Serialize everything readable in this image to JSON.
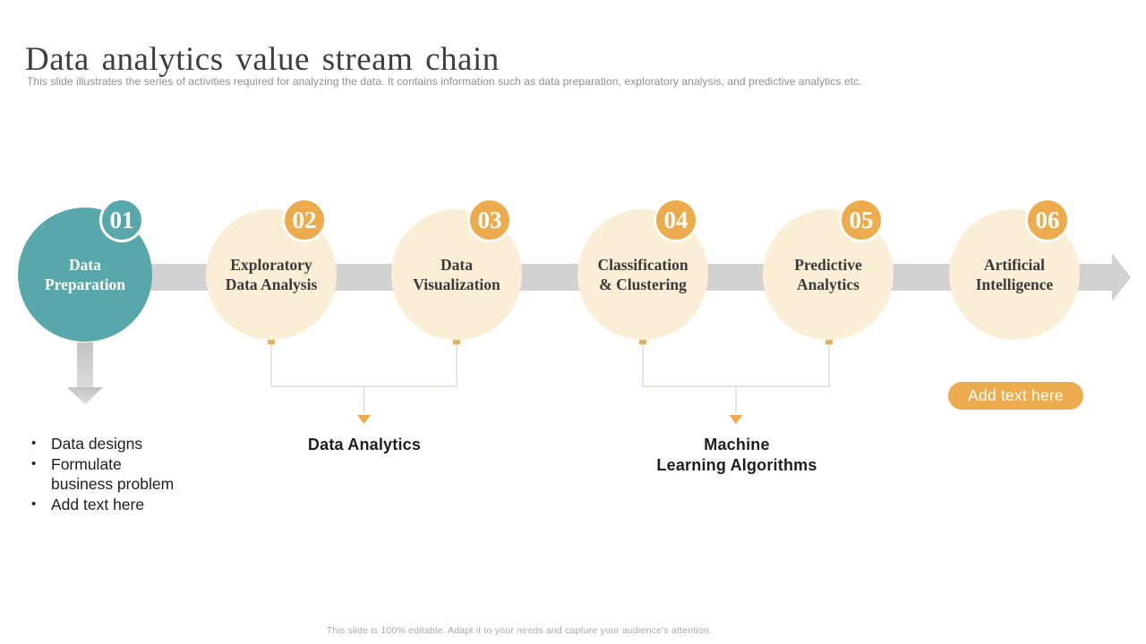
{
  "title": "Data analytics value stream chain",
  "subtitle": "This slide illustrates the series of activities required for analyzing the data. It contains information such as data preparation, exploratory analysis, and predictive analytics etc.",
  "footer": "This slide is 100% editable. Adapt it to your needs and capture your audience's attention.",
  "steps": [
    {
      "number": "01",
      "label_lines": [
        "Data",
        "Preparation"
      ],
      "highlighted": true
    },
    {
      "number": "02",
      "label_lines": [
        "Exploratory",
        "Data Analysis"
      ],
      "highlighted": false
    },
    {
      "number": "03",
      "label_lines": [
        "Data",
        "Visualization"
      ],
      "highlighted": false
    },
    {
      "number": "04",
      "label_lines": [
        "Classification",
        "& Clustering"
      ],
      "highlighted": false
    },
    {
      "number": "05",
      "label_lines": [
        "Predictive",
        "Analytics"
      ],
      "highlighted": false
    },
    {
      "number": "06",
      "label_lines": [
        "Artificial",
        "Intelligence"
      ],
      "highlighted": false
    }
  ],
  "step1_bullets": [
    {
      "text_lines": [
        "Data designs"
      ]
    },
    {
      "text_lines": [
        "Formulate",
        "business problem"
      ]
    },
    {
      "text_lines": [
        "Add text here"
      ]
    }
  ],
  "group_labels": [
    {
      "text_lines": [
        "Data Analytics"
      ]
    },
    {
      "text_lines": [
        "Machine",
        "Learning Algorithms"
      ]
    }
  ],
  "cta_label": "Add text here",
  "bullet_marker": "•",
  "colors": {
    "teal": "#58a7aa",
    "orange": "#ecab4d",
    "cream": "#faeed7",
    "band": "#d2d2d2",
    "connector": "#dcd8d0",
    "square": "#deb266",
    "triangle": "#eba94c"
  }
}
